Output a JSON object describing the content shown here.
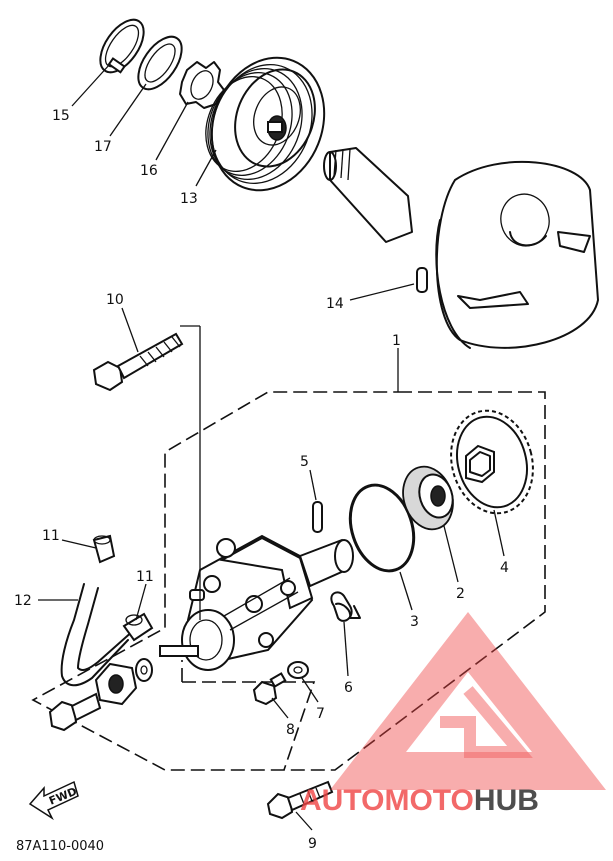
{
  "diagram": {
    "code": "87A110-0040",
    "fwd_label": "FWD",
    "callouts": {
      "c1": "1",
      "c2": "2",
      "c3": "3",
      "c4": "4",
      "c5": "5",
      "c6": "6",
      "c7": "7",
      "c8": "8",
      "c9": "9",
      "c10": "10",
      "c11a": "11",
      "c11b": "11",
      "c12": "12",
      "c13": "13",
      "c14": "14",
      "c15": "15",
      "c16": "16",
      "c17": "17"
    }
  },
  "watermark": {
    "part1": "AUTO",
    "part2": "MOTO",
    "part3": "HUB",
    "accent_color": "#ef4444",
    "dark_color": "#222222"
  }
}
